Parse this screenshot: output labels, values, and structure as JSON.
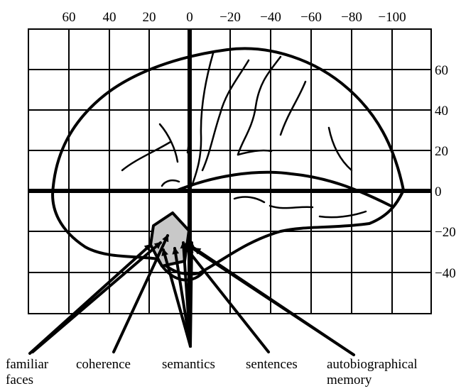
{
  "axes": {
    "x_ticks": [
      "60",
      "40",
      "20",
      "0",
      "−20",
      "−40",
      "−60",
      "−80",
      "−100"
    ],
    "y_ticks": [
      "60",
      "40",
      "20",
      "0",
      "−20",
      "−40"
    ]
  },
  "labels": {
    "familiar_faces": "familiar\nfaces",
    "coherence": "coherence",
    "semantics": "semantics",
    "sentences": "sentences",
    "autobiographical_memory": "autobiographical\nmemory"
  },
  "colors": {
    "region_fill": "#c8c8c8",
    "ink": "#000000"
  }
}
